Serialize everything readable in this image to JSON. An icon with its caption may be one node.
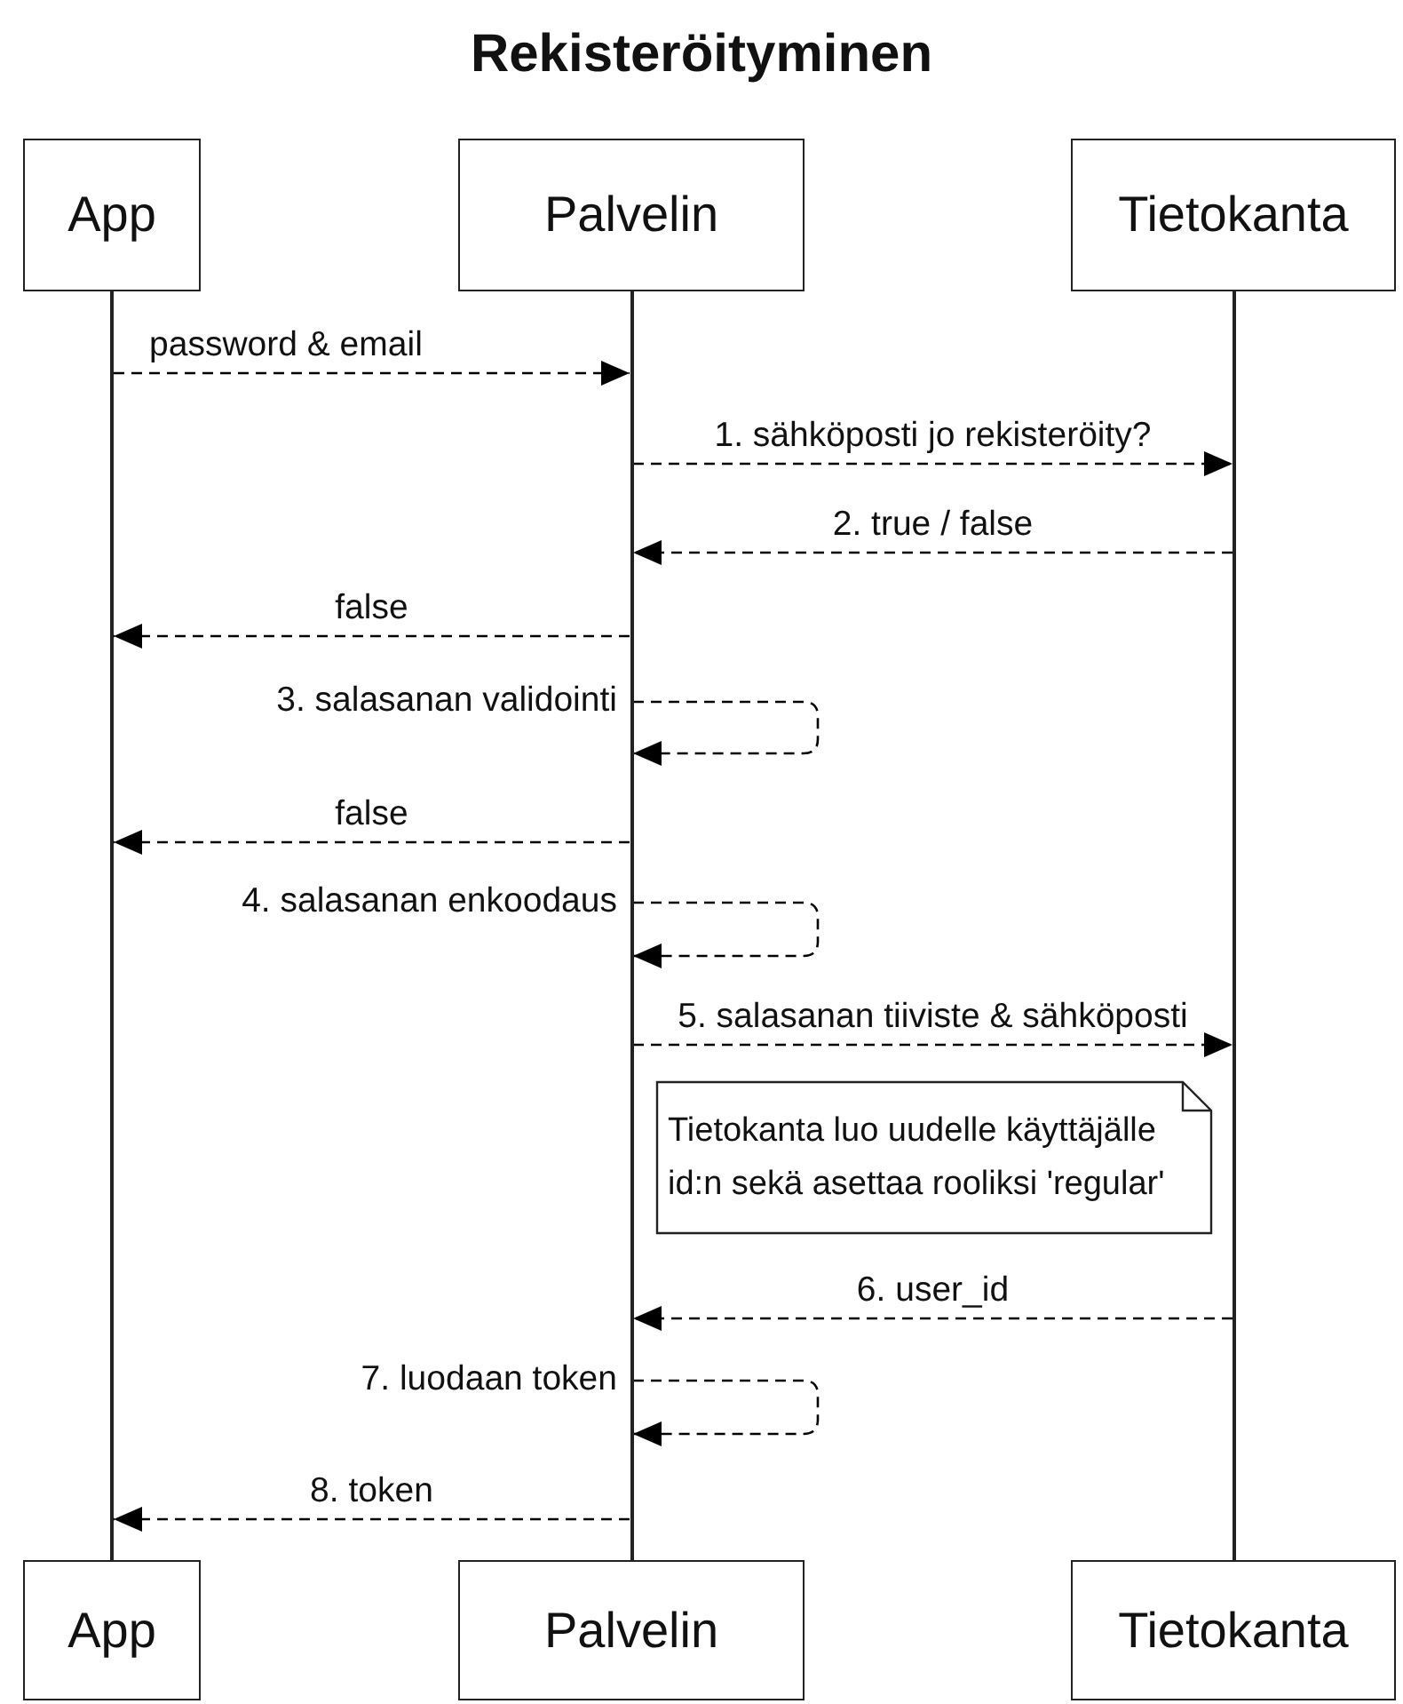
{
  "diagram": {
    "title": "Rekisteröityminen",
    "nodes": [
      {
        "text": [
          "App"
        ]
      },
      {
        "text": [
          "Palvelin"
        ]
      },
      {
        "text": [
          "Tietokanta"
        ]
      },
      {
        "text": [],
        "shape": "bar"
      },
      {
        "text": [],
        "shape": "bar"
      },
      {
        "text": [],
        "shape": "bar"
      },
      {
        "text": [
          "Tietokanta luo uudelle käyttäjälle id:n sekä asettaa rooliksi 'regular'"
        ]
      },
      {
        "text": [
          "App"
        ]
      },
      {
        "text": [
          "Palvelin"
        ]
      },
      {
        "text": [
          "Tietokanta"
        ]
      }
    ],
    "edges": [
      {
        "from": 3,
        "to": 4,
        "arrow": "to",
        "style": "dashed",
        "label": "password & email"
      },
      {
        "from": 4,
        "to": 5,
        "arrow": "to",
        "style": "dashed",
        "label": "1. sähköposti jo rekisteröity?"
      },
      {
        "from": 5,
        "to": 4,
        "arrow": "to",
        "style": "dashed",
        "label": "2. true / false"
      },
      {
        "from": 4,
        "to": 3,
        "arrow": "to",
        "style": "dashed",
        "label": "false"
      },
      {
        "from": 4,
        "to": 4,
        "arrow": "to",
        "style": "dashed",
        "label": "3. salasanan validointi"
      },
      {
        "from": 4,
        "to": 3,
        "arrow": "to",
        "style": "dashed",
        "label": "false"
      },
      {
        "from": 4,
        "to": 4,
        "arrow": "to",
        "style": "dashed",
        "label": "4. salasanan enkoodaus"
      },
      {
        "from": 4,
        "to": 5,
        "arrow": "to",
        "style": "dashed",
        "label": "5. salasanan tiiviste & sähköposti"
      },
      {
        "from": 5,
        "to": 4,
        "arrow": "to",
        "style": "dashed",
        "label": "6. user_id"
      },
      {
        "from": 4,
        "to": 4,
        "arrow": "to",
        "style": "dashed",
        "label": "7. luodaan token"
      },
      {
        "from": 4,
        "to": 3,
        "arrow": "to",
        "style": "dashed",
        "label": "8. token"
      }
    ]
  }
}
